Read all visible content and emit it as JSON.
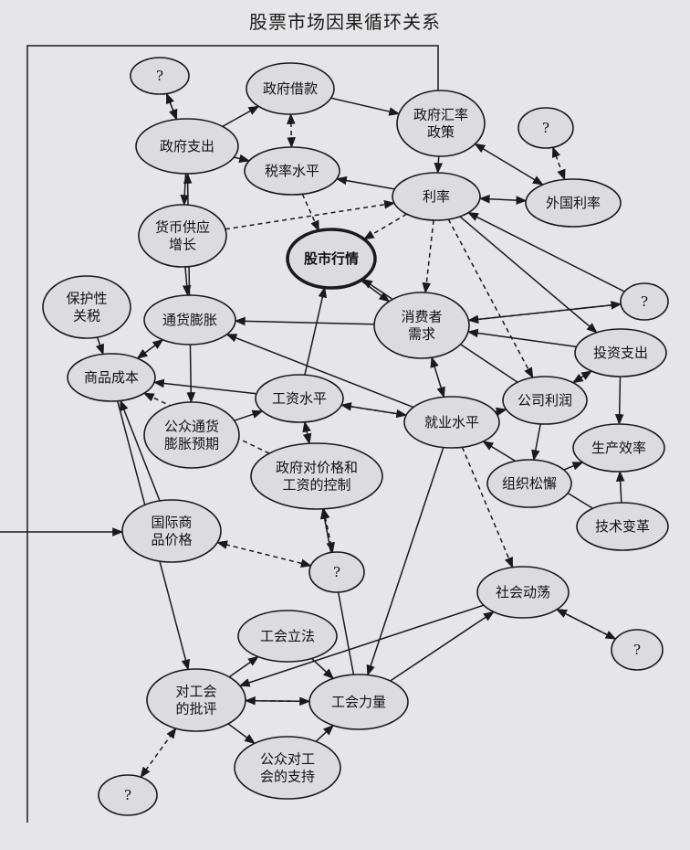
{
  "title": "股票市场因果循环关系",
  "nodes": [
    {
      "id": "q1",
      "label": "?"
    },
    {
      "id": "gov_borrow",
      "label": "政府借款"
    },
    {
      "id": "fx_policy",
      "label": "政府汇率\n政策"
    },
    {
      "id": "q2",
      "label": "?"
    },
    {
      "id": "gov_spend",
      "label": "政府支出"
    },
    {
      "id": "tax",
      "label": "税率水平"
    },
    {
      "id": "rate",
      "label": "利率"
    },
    {
      "id": "foreign_rate",
      "label": "外国利率"
    },
    {
      "id": "money",
      "label": "货币供应\n增长"
    },
    {
      "id": "market",
      "label": "股市行情",
      "main": true
    },
    {
      "id": "tariff",
      "label": "保护性\n关税"
    },
    {
      "id": "inflation",
      "label": "通货膨胀"
    },
    {
      "id": "consumer",
      "label": "消费者\n需求"
    },
    {
      "id": "q3",
      "label": "?"
    },
    {
      "id": "invest",
      "label": "投资支出"
    },
    {
      "id": "cost",
      "label": "商品成本"
    },
    {
      "id": "wage",
      "label": "工资水平"
    },
    {
      "id": "employ",
      "label": "就业水平"
    },
    {
      "id": "profit",
      "label": "公司利润"
    },
    {
      "id": "expect",
      "label": "公众通货\n膨胀预期"
    },
    {
      "id": "product",
      "label": "生产效率"
    },
    {
      "id": "control",
      "label": "政府对价格和\n工资的控制"
    },
    {
      "id": "slack",
      "label": "组织松懈"
    },
    {
      "id": "intl",
      "label": "国际商\n品价格"
    },
    {
      "id": "tech",
      "label": "技术变革"
    },
    {
      "id": "q4",
      "label": "?"
    },
    {
      "id": "unrest",
      "label": "社会动荡"
    },
    {
      "id": "q5",
      "label": "?"
    },
    {
      "id": "union_law",
      "label": "工会立法"
    },
    {
      "id": "criticism",
      "label": "对工会\n的批评"
    },
    {
      "id": "union",
      "label": "工会力量"
    },
    {
      "id": "support",
      "label": "公众对工\n会的支持"
    },
    {
      "id": "q6",
      "label": "?"
    }
  ],
  "edges": [
    [
      "gov_spend",
      "gov_borrow",
      0,
      0
    ],
    [
      "gov_borrow",
      "fx_policy",
      0,
      0
    ],
    [
      "q1",
      "gov_spend",
      1,
      0
    ],
    [
      "gov_spend",
      "q1",
      0,
      1
    ],
    [
      "gov_borrow",
      "tax",
      1,
      1
    ],
    [
      "gov_spend",
      "tax",
      0,
      0
    ],
    [
      "gov_spend",
      "money",
      0,
      0
    ],
    [
      "rate",
      "tax",
      0,
      0
    ],
    [
      "fx_policy",
      "rate",
      0,
      0
    ],
    [
      "fx_policy",
      "foreign_rate",
      0,
      1
    ],
    [
      "foreign_rate",
      "rate",
      0,
      1
    ],
    [
      "q2",
      "foreign_rate",
      1,
      1
    ],
    [
      "tax",
      "market",
      1,
      0
    ],
    [
      "rate",
      "market",
      1,
      0
    ],
    [
      "money",
      "rate",
      1,
      0
    ],
    [
      "market",
      "consumer",
      0,
      0
    ],
    [
      "profit",
      "market",
      0,
      0
    ],
    [
      "inflation",
      "gov_spend",
      0,
      0
    ],
    [
      "money",
      "inflation",
      0,
      0
    ],
    [
      "inflation",
      "cost",
      0,
      1
    ],
    [
      "tariff",
      "cost",
      0,
      0
    ],
    [
      "wage",
      "cost",
      0,
      0
    ],
    [
      "wage",
      "market",
      0,
      0
    ],
    [
      "inflation",
      "expect",
      0,
      0
    ],
    [
      "expect",
      "wage",
      0,
      0
    ],
    [
      "wage",
      "control",
      0,
      1
    ],
    [
      "employ",
      "wage",
      0,
      0
    ],
    [
      "consumer",
      "employ",
      0,
      1
    ],
    [
      "invest",
      "consumer",
      0,
      0
    ],
    [
      "profit",
      "invest",
      0,
      1
    ],
    [
      "invest",
      "product",
      0,
      0
    ],
    [
      "tech",
      "product",
      0,
      0
    ],
    [
      "slack",
      "product",
      0,
      0
    ],
    [
      "profit",
      "slack",
      0,
      0
    ],
    [
      "rate",
      "invest",
      0,
      0
    ],
    [
      "rate",
      "profit",
      1,
      0
    ],
    [
      "rate",
      "consumer",
      1,
      0
    ],
    [
      "intl",
      "cost",
      0,
      0
    ],
    [
      "intl",
      "q4",
      1,
      1
    ],
    [
      "control",
      "q4",
      1,
      1
    ],
    [
      "employ",
      "unrest",
      1,
      0
    ],
    [
      "unrest",
      "q5",
      0,
      1
    ],
    [
      "q5",
      "unrest",
      1,
      0
    ],
    [
      "unrest",
      "criticism",
      0,
      0
    ],
    [
      "union",
      "unrest",
      0,
      0
    ],
    [
      "criticism",
      "union_law",
      0,
      0
    ],
    [
      "union_law",
      "union",
      0,
      0
    ],
    [
      "union",
      "criticism",
      0,
      0
    ],
    [
      "criticism",
      "union",
      1,
      0
    ],
    [
      "criticism",
      "support",
      0,
      0
    ],
    [
      "support",
      "union",
      0,
      0
    ],
    [
      "q6",
      "criticism",
      1,
      1
    ],
    [
      "cost",
      "criticism",
      0,
      0
    ],
    [
      "employ",
      "union",
      0,
      0
    ],
    [
      "union",
      "control",
      0,
      0
    ],
    [
      "consumer",
      "inflation",
      0,
      0
    ],
    [
      "employ",
      "inflation",
      0,
      0
    ],
    [
      "q3",
      "consumer",
      0,
      0
    ],
    [
      "tech",
      "employ",
      0,
      0
    ],
    [
      "employ",
      "profit",
      0,
      0
    ],
    [
      "consumer",
      "q3",
      1,
      0
    ],
    [
      "control",
      "cost",
      1,
      0
    ],
    [
      "wage",
      "employ",
      1,
      0
    ],
    [
      "q3",
      "rate",
      0,
      0
    ]
  ]
}
